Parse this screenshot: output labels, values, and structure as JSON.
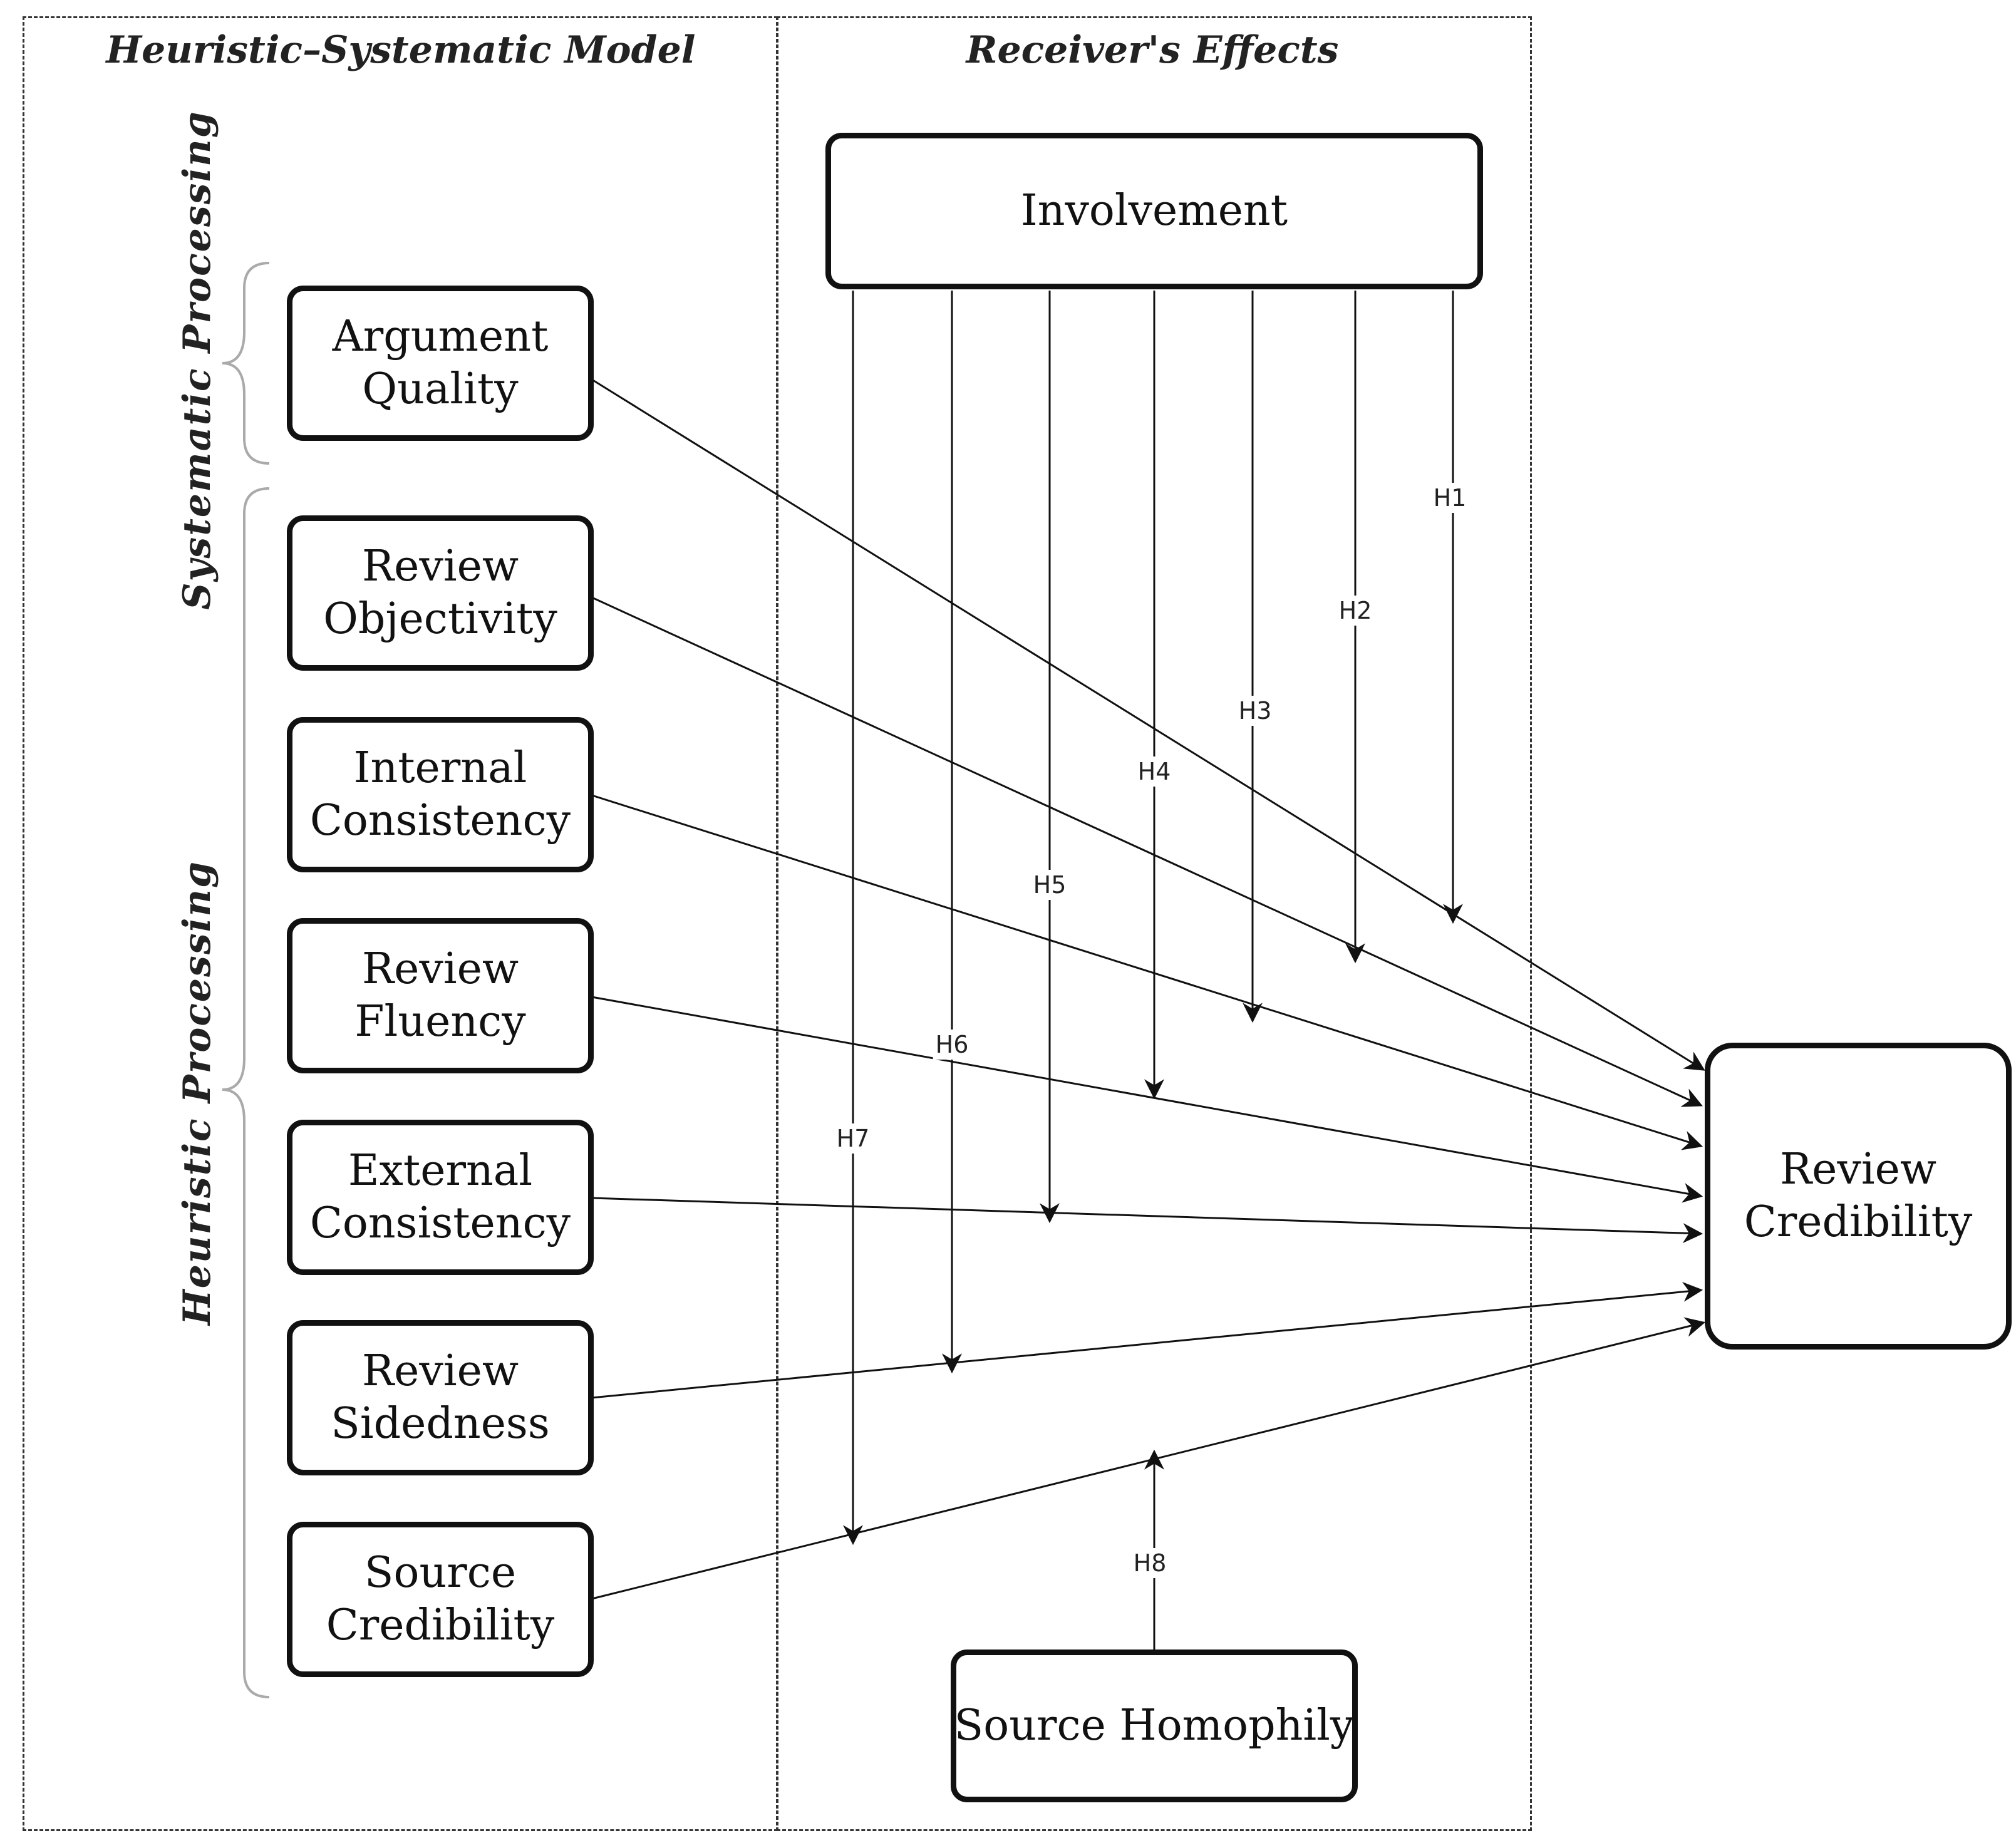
{
  "panels": {
    "left_title": "Heuristic–Systematic Model",
    "right_title": "Receiver's Effects"
  },
  "side_labels": {
    "systematic": "Systematic Processing",
    "heuristic": "Heuristic Processing"
  },
  "constructs": {
    "argument_quality": [
      "Argument",
      "Quality"
    ],
    "review_objectivity": [
      "Review",
      "Objectivity"
    ],
    "internal_consistency": [
      "Internal",
      "Consistency"
    ],
    "review_fluency": [
      "Review",
      "Fluency"
    ],
    "external_consistency": [
      "External",
      "Consistency"
    ],
    "review_sidedness": [
      "Review",
      "Sidedness"
    ],
    "source_credibility": [
      "Source",
      "Credibility"
    ],
    "involvement": [
      "Involvement"
    ],
    "source_homophily": [
      "Source Homophily"
    ],
    "review_credibility": [
      "Review",
      "Credibility"
    ]
  },
  "hypotheses": {
    "h1": "H1",
    "h2": "H2",
    "h3": "H3",
    "h4": "H4",
    "h5": "H5",
    "h6": "H6",
    "h7": "H7",
    "h8": "H8"
  },
  "colors": {
    "line": "#111111",
    "dashed_border": "#333333"
  }
}
